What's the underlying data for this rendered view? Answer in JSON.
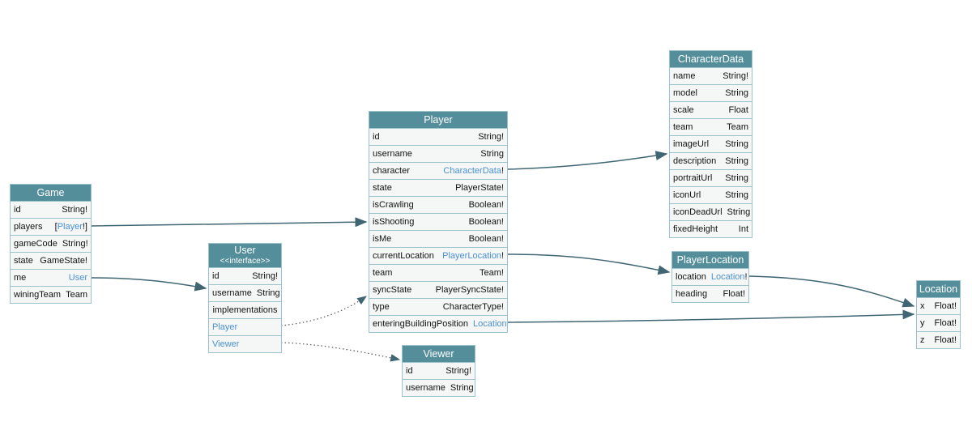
{
  "colors": {
    "header": "#548e9b",
    "link": "#4a90d0",
    "edge": "#3f6672",
    "border": "#9cc3cb"
  },
  "nodes": [
    {
      "id": "game",
      "title": "Game",
      "fields": [
        {
          "name": "id",
          "type": "String!"
        },
        {
          "name": "players",
          "pre": "[",
          "link": "Player",
          "post": "!]"
        },
        {
          "name": "gameCode",
          "type": "String!"
        },
        {
          "name": "state",
          "type": "GameState!"
        },
        {
          "name": "me",
          "link": "User",
          "post": ""
        },
        {
          "name": "winingTeam",
          "type": "Team"
        }
      ]
    },
    {
      "id": "user",
      "title": "User",
      "subtitle": "<<interface>>",
      "fields": [
        {
          "name": "id",
          "type": "String!"
        },
        {
          "name": "username",
          "type": "String"
        },
        {
          "section": "implementations"
        },
        {
          "impl": "Player"
        },
        {
          "impl": "Viewer"
        }
      ]
    },
    {
      "id": "player",
      "title": "Player",
      "fields": [
        {
          "name": "id",
          "type": "String!"
        },
        {
          "name": "username",
          "type": "String"
        },
        {
          "name": "character",
          "link": "CharacterData",
          "post": "!"
        },
        {
          "name": "state",
          "type": "PlayerState!"
        },
        {
          "name": "isCrawling",
          "type": "Boolean!"
        },
        {
          "name": "isShooting",
          "type": "Boolean!"
        },
        {
          "name": "isMe",
          "type": "Boolean!"
        },
        {
          "name": "currentLocation",
          "link": "PlayerLocation",
          "post": "!"
        },
        {
          "name": "team",
          "type": "Team!"
        },
        {
          "name": "syncState",
          "type": "PlayerSyncState!"
        },
        {
          "name": "type",
          "type": "CharacterType!"
        },
        {
          "name": "enteringBuildingPosition",
          "link": "Location",
          "post": ""
        }
      ]
    },
    {
      "id": "viewer",
      "title": "Viewer",
      "fields": [
        {
          "name": "id",
          "type": "String!"
        },
        {
          "name": "username",
          "type": "String"
        }
      ]
    },
    {
      "id": "characterdata",
      "title": "CharacterData",
      "fields": [
        {
          "name": "name",
          "type": "String!"
        },
        {
          "name": "model",
          "type": "String"
        },
        {
          "name": "scale",
          "type": "Float"
        },
        {
          "name": "team",
          "type": "Team"
        },
        {
          "name": "imageUrl",
          "type": "String"
        },
        {
          "name": "description",
          "type": "String"
        },
        {
          "name": "portraitUrl",
          "type": "String"
        },
        {
          "name": "iconUrl",
          "type": "String"
        },
        {
          "name": "iconDeadUrl",
          "type": "String"
        },
        {
          "name": "fixedHeight",
          "type": "Int"
        }
      ]
    },
    {
      "id": "playerlocation",
      "title": "PlayerLocation",
      "fields": [
        {
          "name": "location",
          "link": "Location",
          "post": "!"
        },
        {
          "name": "heading",
          "type": "Float!"
        }
      ]
    },
    {
      "id": "location",
      "title": "Location",
      "fields": [
        {
          "name": "x",
          "type": "Float!"
        },
        {
          "name": "y",
          "type": "Float!"
        },
        {
          "name": "z",
          "type": "Float!"
        }
      ]
    }
  ]
}
